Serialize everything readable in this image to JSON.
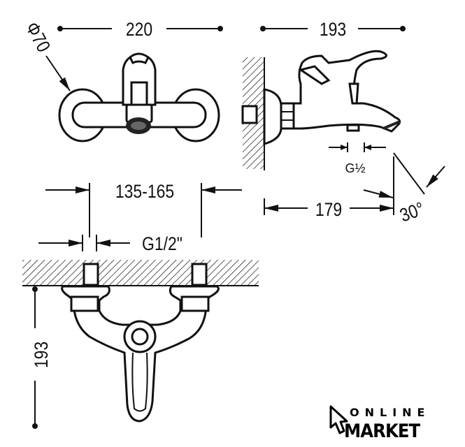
{
  "title": "Wall-mounted bath mixer technical drawing",
  "dimensions": {
    "diameter": "Φ70",
    "front_width": "220",
    "side_depth": "193",
    "outlet_thread": "G½",
    "centre_distance": "135-165",
    "spout_reach": "179",
    "spout_angle": "30°",
    "inlet_thread": "G1/2\"",
    "height": "193"
  },
  "logo": {
    "line1": "ONLINE",
    "line2": "MARKET"
  }
}
